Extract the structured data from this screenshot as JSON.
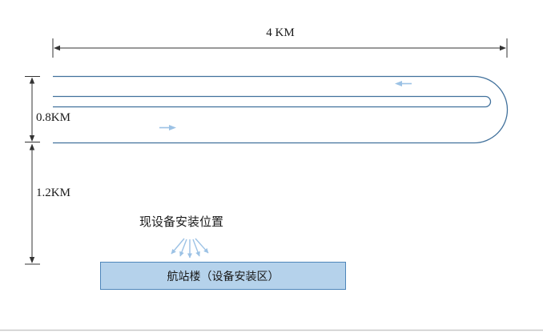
{
  "diagram": {
    "dim_top": {
      "label": "4 KM"
    },
    "dim_width": {
      "label": "0.8KM"
    },
    "dim_distance": {
      "label": "1.2KM"
    },
    "install_label": "现设备安装位置",
    "terminal_label": "航站楼（设备安装区）",
    "flow": {
      "upper_lane_direction": "left",
      "lower_lane_direction": "right"
    },
    "colors": {
      "track_stroke": "#41719c",
      "dimension_stroke": "#333333",
      "flow_arrow": "#9cc2e5",
      "building_fill": "#b5d2eb",
      "building_border": "#4e86ba",
      "footer_line": "#c8c8c8"
    },
    "icons": {
      "upper_lane": "left-flow-arrow",
      "lower_lane": "right-flow-arrow",
      "install_point": "fan-arrows"
    }
  }
}
